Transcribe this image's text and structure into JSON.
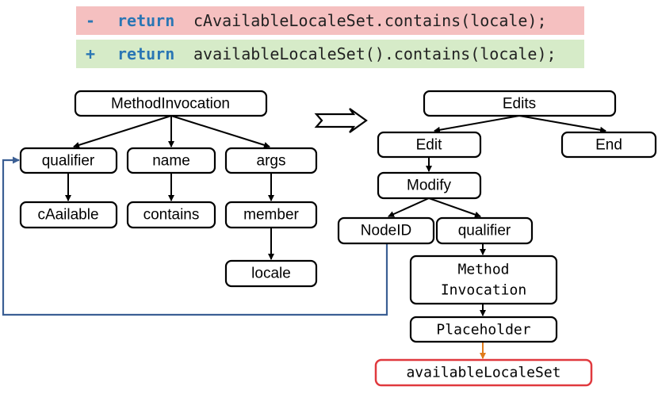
{
  "diff": {
    "removed": {
      "sign": "-",
      "keyword": "return",
      "code": "cAvailableLocaleSet.contains(locale);"
    },
    "added": {
      "sign": "+",
      "keyword": "return",
      "code": "availableLocaleSet().contains(locale);"
    }
  },
  "left_tree": {
    "root": "MethodInvocation",
    "qualifier": "qualifier",
    "name": "name",
    "args": "args",
    "qualifier_value": "cAailable",
    "name_value": "contains",
    "args_member": "member",
    "member_value": "locale"
  },
  "right_tree": {
    "root": "Edits",
    "edit": "Edit",
    "end": "End",
    "modify": "Modify",
    "node_id": "NodeID",
    "qualifier": "qualifier",
    "method_invocation_line1": "Method",
    "method_invocation_line2": "Invocation",
    "placeholder": "Placeholder",
    "result": "availableLocaleSet"
  },
  "colors": {
    "removed_bg": "#f5c0c0",
    "added_bg": "#d6ebc8",
    "keyword": "#2a76b4",
    "link_arrow": "#3b5f94",
    "placeholder_arrow": "#e07b1a",
    "highlight_border": "#e0393e"
  },
  "icons": {
    "transform": "hollow-right-arrow-icon"
  }
}
